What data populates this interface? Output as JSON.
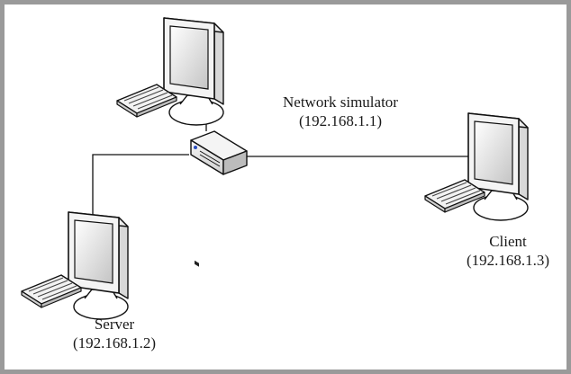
{
  "nodes": {
    "simulator": {
      "name": "Network simulator",
      "ip": "(192.168.1.1)"
    },
    "client": {
      "name": "Client",
      "ip": "(192.168.1.3)"
    },
    "server": {
      "name": "Server",
      "ip": "(192.168.1.2)"
    }
  },
  "colors": {
    "frame": "#9a9a9a",
    "line": "#111111",
    "screen_glare": "#e6e6e6",
    "device_body": "#e8e8e8"
  },
  "icons": [
    "computer-icon",
    "keyboard-icon",
    "network-switch-icon"
  ]
}
